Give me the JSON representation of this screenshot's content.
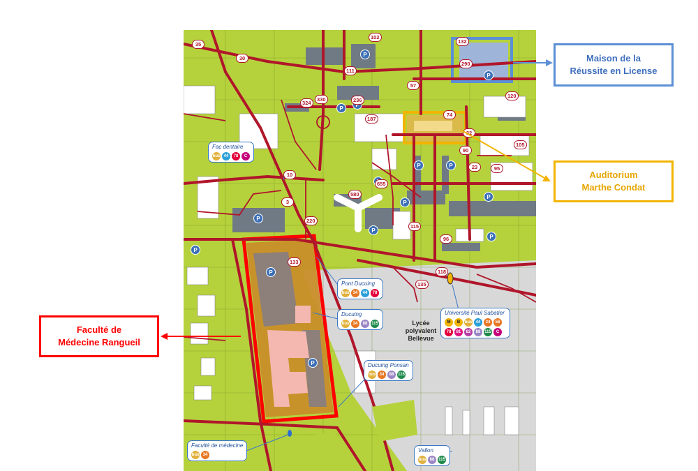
{
  "callouts": {
    "maison": {
      "line1": "Maison de la",
      "line2": "Réussite en License",
      "color": "#5b8fd6"
    },
    "auditorium": {
      "line1": "Auditorium",
      "line2": "Marthe Condat",
      "color": "#f2b400"
    },
    "faculte": {
      "line1": "Faculté de",
      "line2": "Médecine Rangueil",
      "color": "#ff0000"
    }
  },
  "stops": {
    "fac_dentaire": {
      "name": "Fac dentaire",
      "lines": [
        "bus",
        "44",
        "78",
        "C"
      ]
    },
    "pont_ducuing": {
      "name": "Pont Ducuing",
      "lines": [
        "bus",
        "34",
        "44",
        "78"
      ]
    },
    "ducuing": {
      "name": "Ducuing",
      "lines": [
        "bus",
        "34",
        "88",
        "115"
      ]
    },
    "univ": {
      "name": "Université Paul Sabatier",
      "lines": [
        "M",
        "B",
        "bus",
        "44",
        "34",
        "56",
        "78",
        "81",
        "82",
        "88",
        "115",
        "C"
      ]
    },
    "ducuing_ponsan": {
      "name": "Ducuing Ponsan",
      "lines": [
        "bus",
        "34",
        "88",
        "115"
      ]
    },
    "fac_medecine": {
      "name": "Faculté de médecine",
      "lines": [
        "bus",
        "34"
      ]
    },
    "vallon": {
      "name": "Vallon",
      "lines": [
        "bus",
        "88",
        "115"
      ]
    }
  },
  "labels": {
    "lycee": {
      "line1": "Lycée",
      "line2": "polyvalent",
      "line3": "Bellevue"
    }
  },
  "parking_icon": "P",
  "road_numbers": [
    "35",
    "30",
    "102",
    "111",
    "330",
    "324",
    "236",
    "187",
    "57",
    "74",
    "120",
    "132",
    "290",
    "32",
    "90",
    "105",
    "23",
    "95",
    "10",
    "580",
    "655",
    "115",
    "220",
    "96",
    "133",
    "118",
    "135",
    "3"
  ],
  "colors": {
    "map_green": "#b5d23c",
    "road_red": "#b0162a",
    "building_grey": "#6f7a85",
    "campus_grey": "#d8d8d8",
    "parking_blue": "#3b6fb6",
    "stop_border": "#3a78c7"
  },
  "line_colors": {
    "bus": "#e2b13c",
    "M": "#f2b400",
    "B": "#f2b400",
    "34": "#e87722",
    "44": "#2a9fd8",
    "56": "#e87722",
    "78": "#e4003a",
    "81": "#e0127f",
    "82": "#b73fa6",
    "88": "#9a86c5",
    "115": "#1e8a4a",
    "C": "#c4007a"
  }
}
